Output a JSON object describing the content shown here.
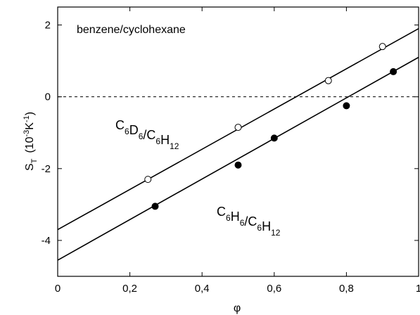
{
  "chart_data": {
    "type": "scatter",
    "title": "",
    "xlabel": "φ",
    "ylabel_main": "S",
    "ylabel_sub": "T",
    "ylabel_units": "(10",
    "ylabel_exp1": "-3",
    "ylabel_unit_k": "K",
    "ylabel_exp2": "-1",
    "ylabel_close": ")",
    "xlim": [
      0,
      1
    ],
    "ylim": [
      -5,
      2.5
    ],
    "x_ticks": [
      {
        "v": 0,
        "label": "0"
      },
      {
        "v": 0.2,
        "label": "0,2"
      },
      {
        "v": 0.4,
        "label": "0,4"
      },
      {
        "v": 0.6,
        "label": "0,6"
      },
      {
        "v": 0.8,
        "label": "0,8"
      },
      {
        "v": 1,
        "label": "1"
      }
    ],
    "y_ticks": [
      {
        "v": 2,
        "label": "2"
      },
      {
        "v": 0,
        "label": "0"
      },
      {
        "v": -2,
        "label": "-2"
      },
      {
        "v": -4,
        "label": "-4"
      }
    ],
    "zero_line": {
      "y": 0,
      "style": "dashed"
    },
    "series": [
      {
        "marker": "open-circle",
        "points": [
          [
            0.25,
            -2.3
          ],
          [
            0.5,
            -0.85
          ],
          [
            0.75,
            0.45
          ],
          [
            0.9,
            1.4
          ]
        ],
        "fit_line": [
          [
            0,
            -3.7
          ],
          [
            1,
            1.9
          ]
        ]
      },
      {
        "marker": "filled-circle",
        "points": [
          [
            0.27,
            -3.05
          ],
          [
            0.5,
            -1.9
          ],
          [
            0.6,
            -1.15
          ],
          [
            0.8,
            -0.25
          ],
          [
            0.93,
            0.7
          ]
        ],
        "fit_line": [
          [
            0,
            -4.55
          ],
          [
            1,
            1.1
          ]
        ]
      }
    ],
    "annotations": {
      "system": "benzene/cyclohexane",
      "label_open": {
        "parts": [
          [
            "C",
            "6"
          ],
          [
            "D",
            "6"
          ],
          [
            "/C",
            "6"
          ],
          [
            "H",
            "12"
          ]
        ]
      },
      "label_filled": {
        "parts": [
          [
            "C",
            "6"
          ],
          [
            "H",
            "6"
          ],
          [
            "/C",
            "6"
          ],
          [
            "H",
            "12"
          ]
        ]
      }
    }
  }
}
